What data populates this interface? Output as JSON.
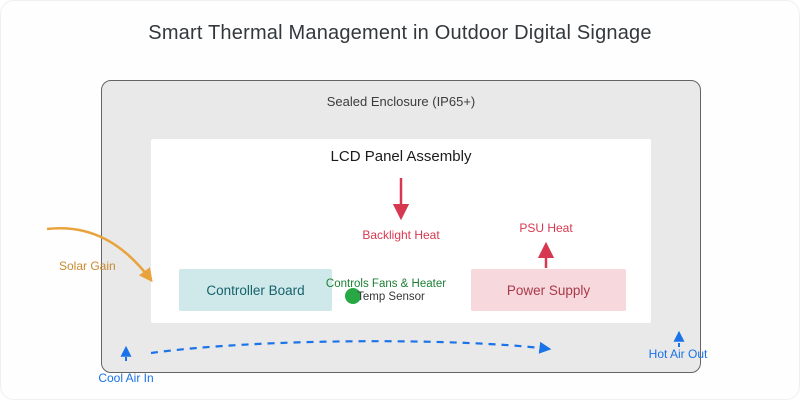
{
  "title": "Smart Thermal Management in Outdoor Digital Signage",
  "enclosure": {
    "label": "Sealed Enclosure (IP65+)"
  },
  "lcd_panel": {
    "label": "LCD Panel Assembly"
  },
  "components": {
    "controller_board": {
      "label": "Controller Board"
    },
    "power_supply": {
      "label": "Power Supply"
    }
  },
  "heat": {
    "backlight_label": "Backlight Heat",
    "psu_label": "PSU Heat"
  },
  "sensor": {
    "controls_label": "Controls Fans & Heater",
    "name_label": "Temp Sensor"
  },
  "solar": {
    "label": "Solar Gain"
  },
  "airflow": {
    "cool_in_label": "Cool Air In",
    "hot_out_label": "Hot Air Out"
  },
  "colors": {
    "heat_red": "#d6394f",
    "airflow_blue": "#1a73e8",
    "solar_orange": "#e8a33d",
    "sensor_green": "#28a745",
    "sensor_text_green": "#1e7e34",
    "controller_bg": "#cfe9ea",
    "controller_text": "#17626b",
    "power_bg": "#f7d8dc",
    "power_text": "#a8394a",
    "enclosure_bg": "#e9e9e9"
  }
}
